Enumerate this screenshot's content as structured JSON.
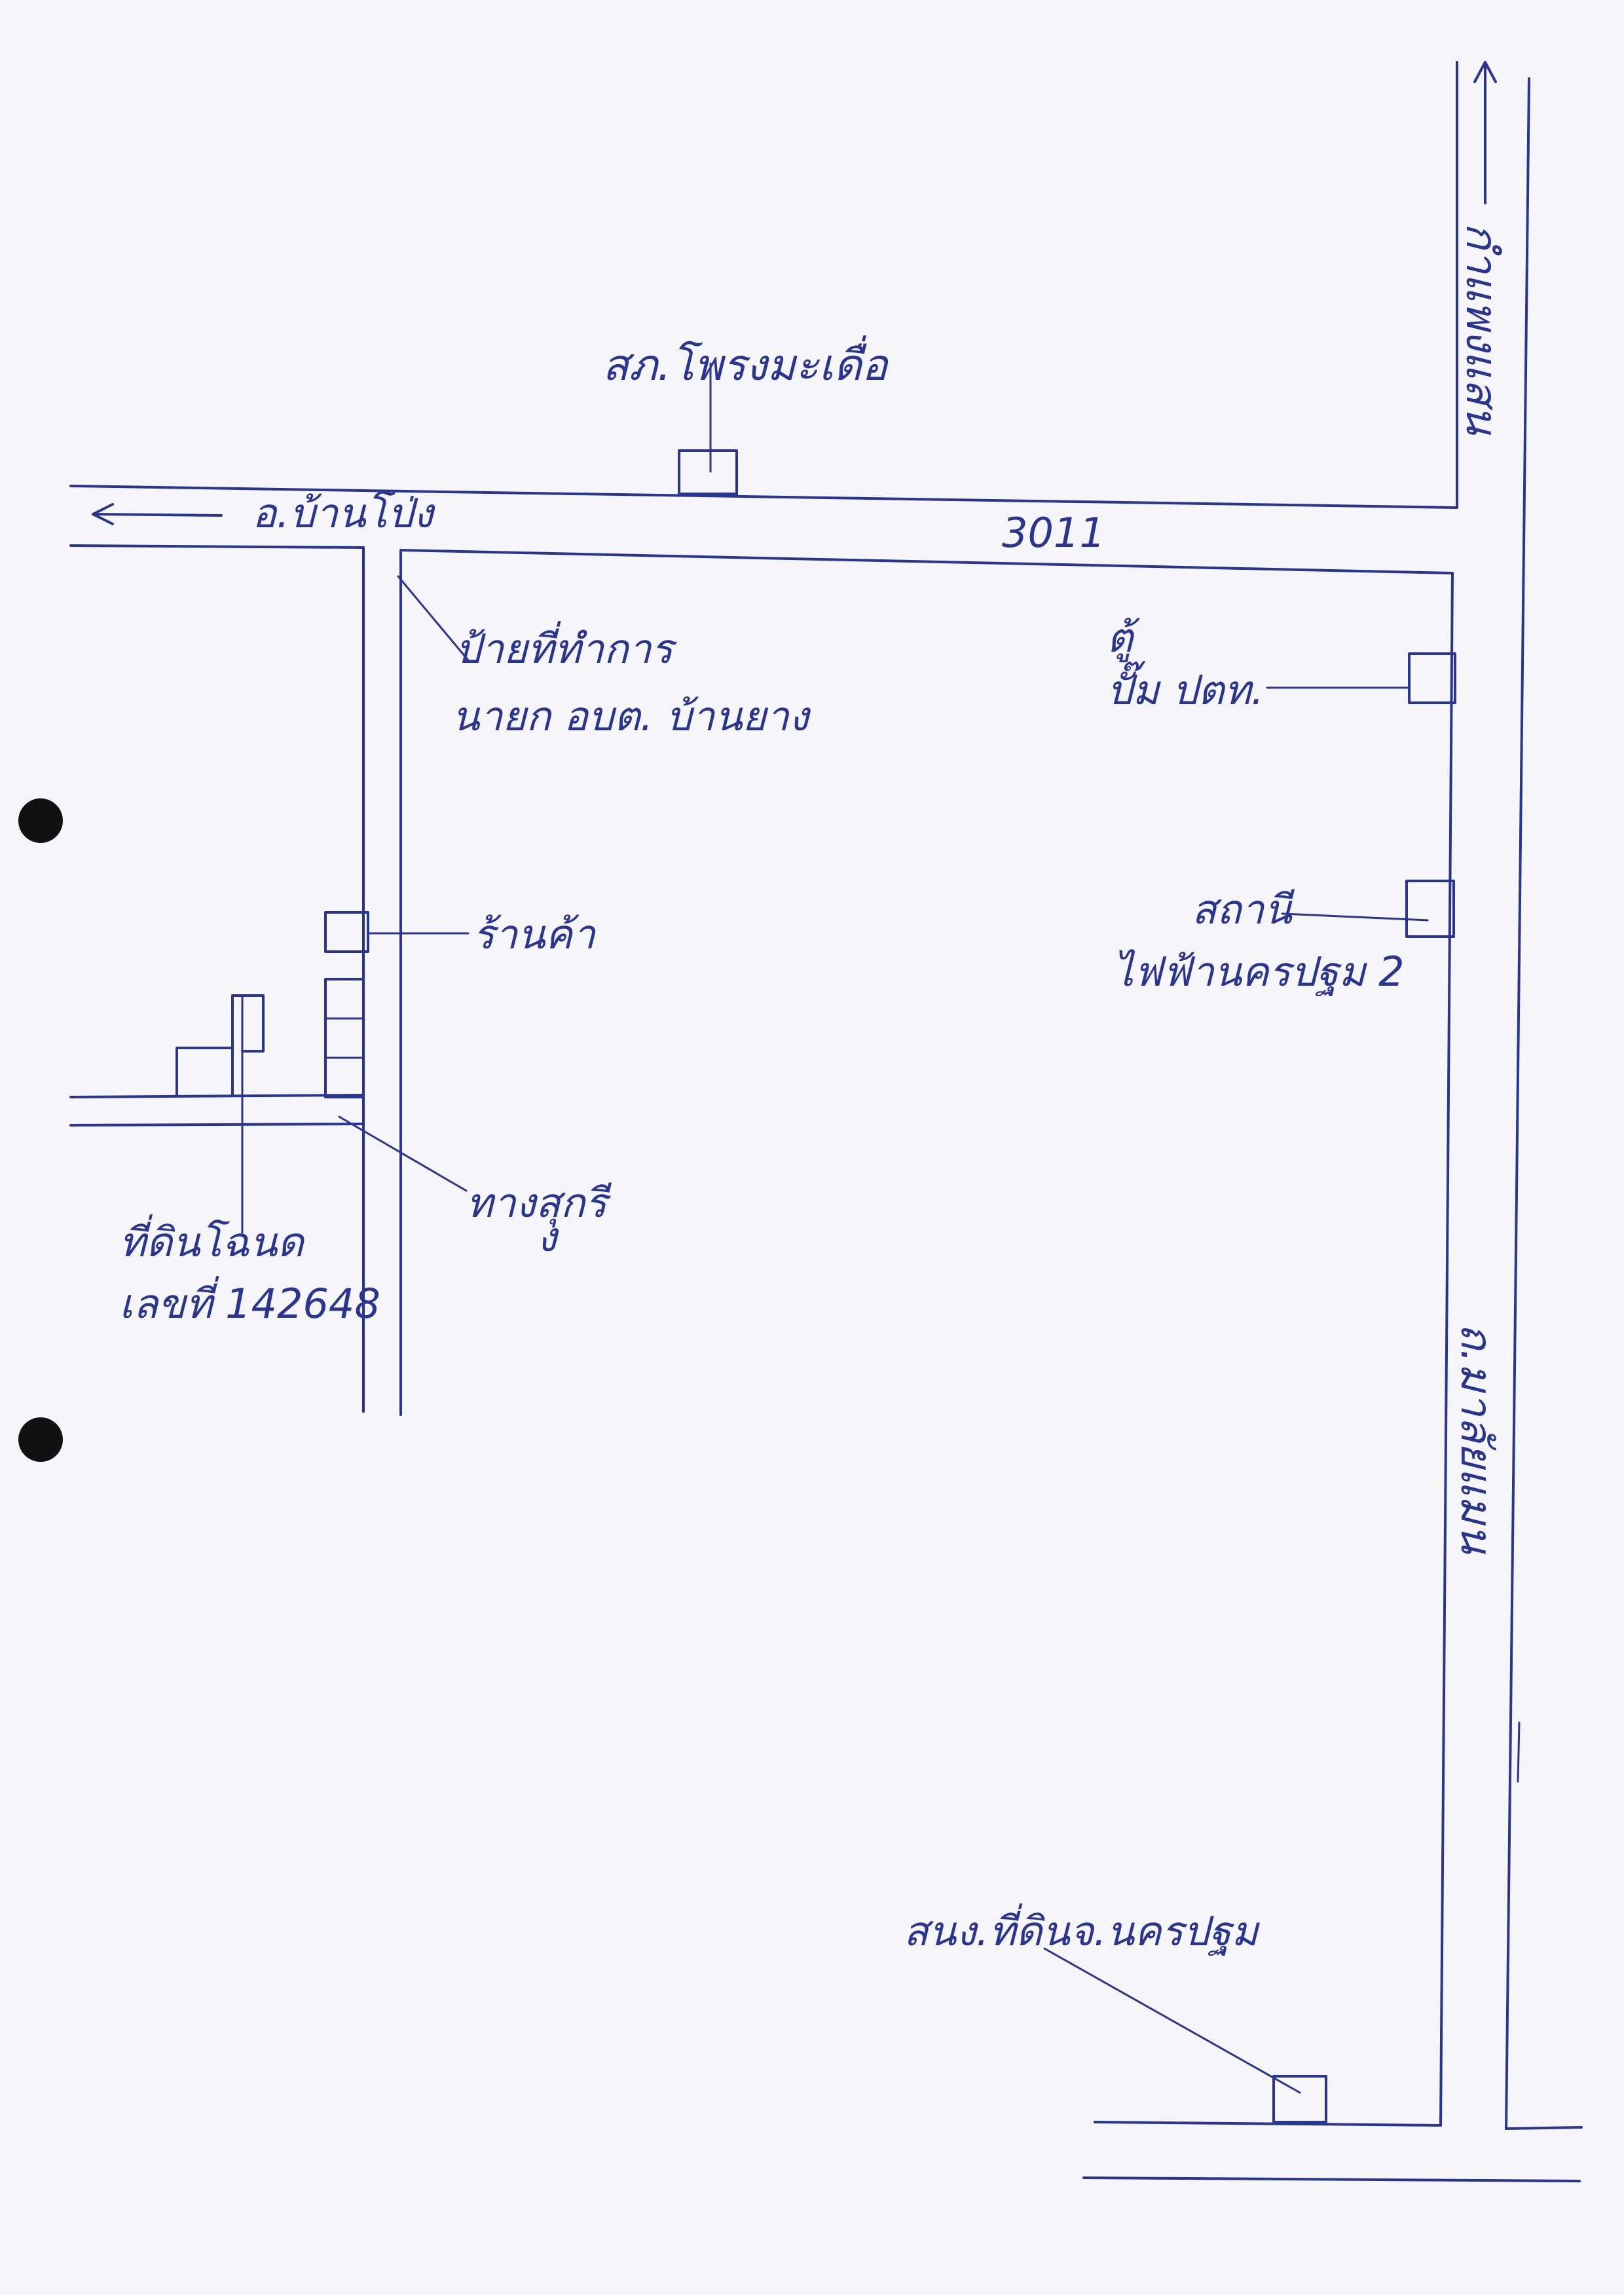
{
  "map": {
    "roads": {
      "main_road_number": "3011",
      "to_ban_pong": "อ.บ้านโป่ง",
      "kamphaeng_saen": "กำแพงแสน",
      "malai_man": "ถ.มาลัยแมน"
    },
    "landmarks": {
      "police_station": "สภ.โพรงมะเดื่อ",
      "office_sign_line1": "ป้ายที่ทำการ",
      "office_sign_line2": "นายก อบต. บ้านยาง",
      "shop": "ร้านค้า",
      "ptt_station_pump": "ปั๊ม ปตท.",
      "ptt_station_top": "ตู้",
      "substation_line1": "สถานี",
      "substation_line2": "ไฟฟ้านครปฐม 2",
      "canal": "ทางสุกรี",
      "canal_mark": "ง",
      "land_plot_line1": "ที่ดินโฉนด",
      "land_plot_line2": "เลขที่ 142648",
      "land_office": "สนง.ที่ดินจ.นครปฐม"
    }
  }
}
